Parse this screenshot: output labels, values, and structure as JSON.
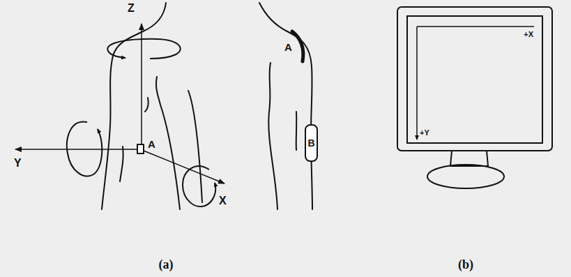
{
  "diagram": {
    "nodes": [
      {
        "text": [
          "A"
        ]
      },
      {
        "text": [
          "B"
        ]
      },
      {
        "text": [
          "+X",
          "+Y"
        ]
      }
    ],
    "labels": [
      "Z",
      "Y",
      "X",
      "A",
      "(a)",
      "(b)"
    ]
  }
}
